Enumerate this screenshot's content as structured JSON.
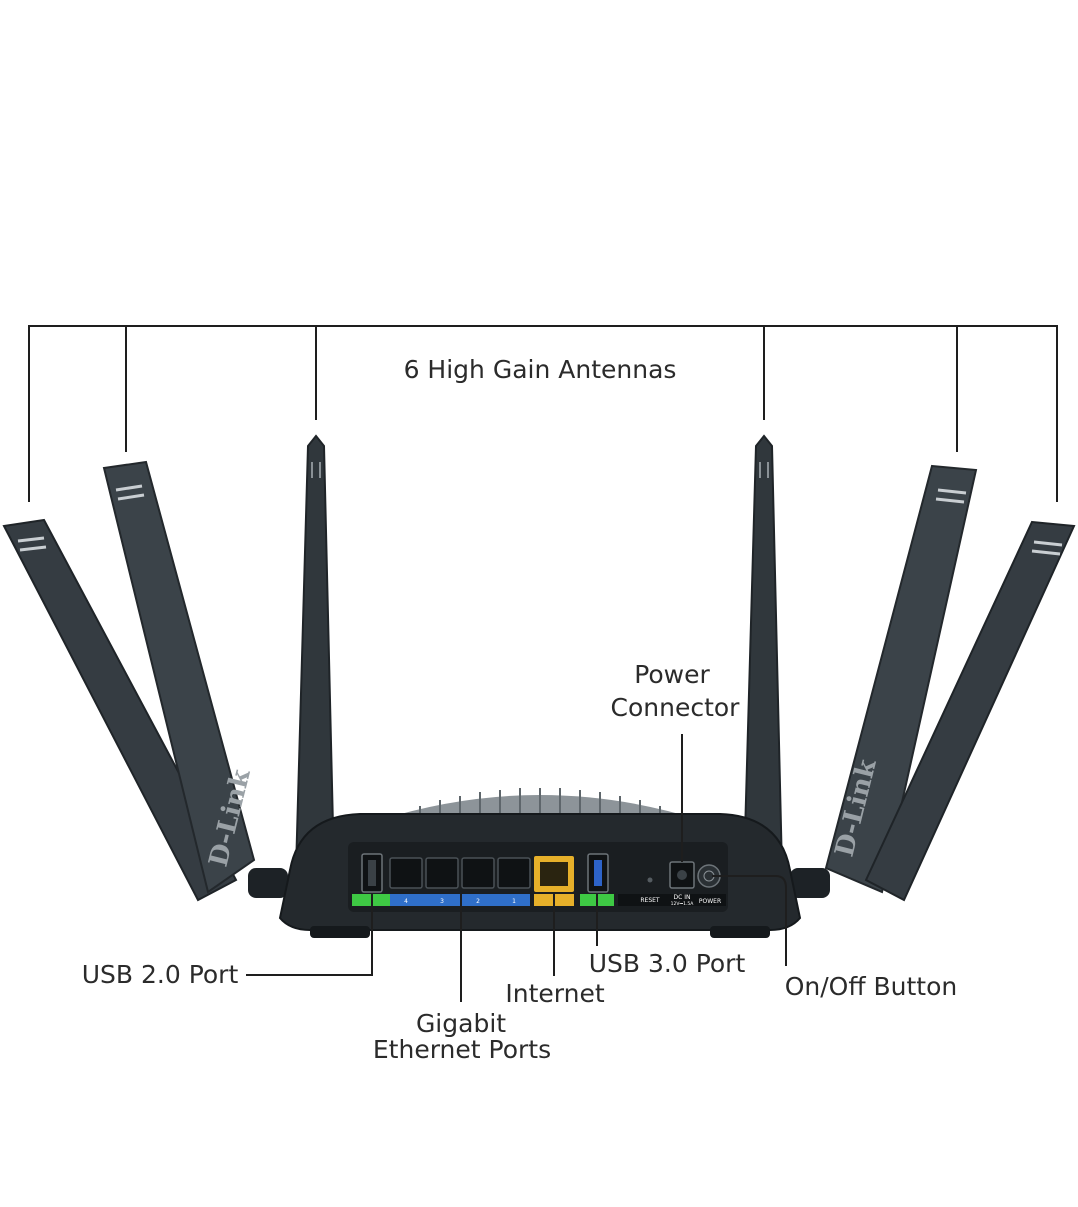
{
  "labels": {
    "antennas": "6 High Gain Antennas",
    "power_connector_line1": "Power",
    "power_connector_line2": "Connector",
    "usb2": "USB 2.0 Port",
    "internet": "Internet",
    "gigabit_line1": "Gigabit",
    "gigabit_line2": "Ethernet Ports",
    "usb3": "USB 3.0 Port",
    "onoff": "On/Off Button"
  },
  "router_markings": {
    "port_numbers": [
      "4",
      "3",
      "2",
      "1"
    ],
    "reset": "RESET",
    "dc_in_line1": "DC IN",
    "dc_in_line2": "12V⎓1.5A",
    "power": "POWER"
  },
  "logo": "D-Link",
  "colors": {
    "antenna": "#3b4349",
    "antenna_edge": "#262c31",
    "body": "#24292d",
    "lan_strip": "#2f6fc9",
    "wan_port": "#e6b02a",
    "usb_green": "#3ec944",
    "usb3_blue": "#2d63c8",
    "text": "#2b2b2b"
  }
}
